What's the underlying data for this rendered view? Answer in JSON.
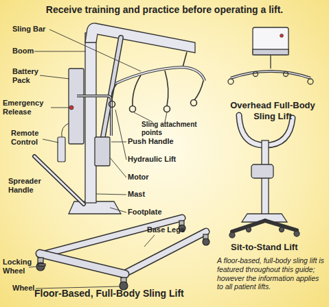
{
  "diagram": {
    "title": "Receive training and practice before operating a lift.",
    "caption": "A floor-based, full-body sling lift is featured throughout this guide; however the information applies to all patient lifts.",
    "labels": [
      "Sling Bar",
      "Sling attachment points",
      "Boom",
      "Battery Pack",
      "Push Handle",
      "Emergency Release",
      "Hydraulic Lift",
      "Remote Control",
      "Motor",
      "Spreader Handle",
      "Mast",
      "Footplate",
      "Base Legs",
      "Locking Wheel",
      "Wheel",
      "Floor-Based, Full-Body Sling Lift",
      "Overhead Full-Body Sling Lift",
      "Sit-to-Stand Lift"
    ]
  }
}
